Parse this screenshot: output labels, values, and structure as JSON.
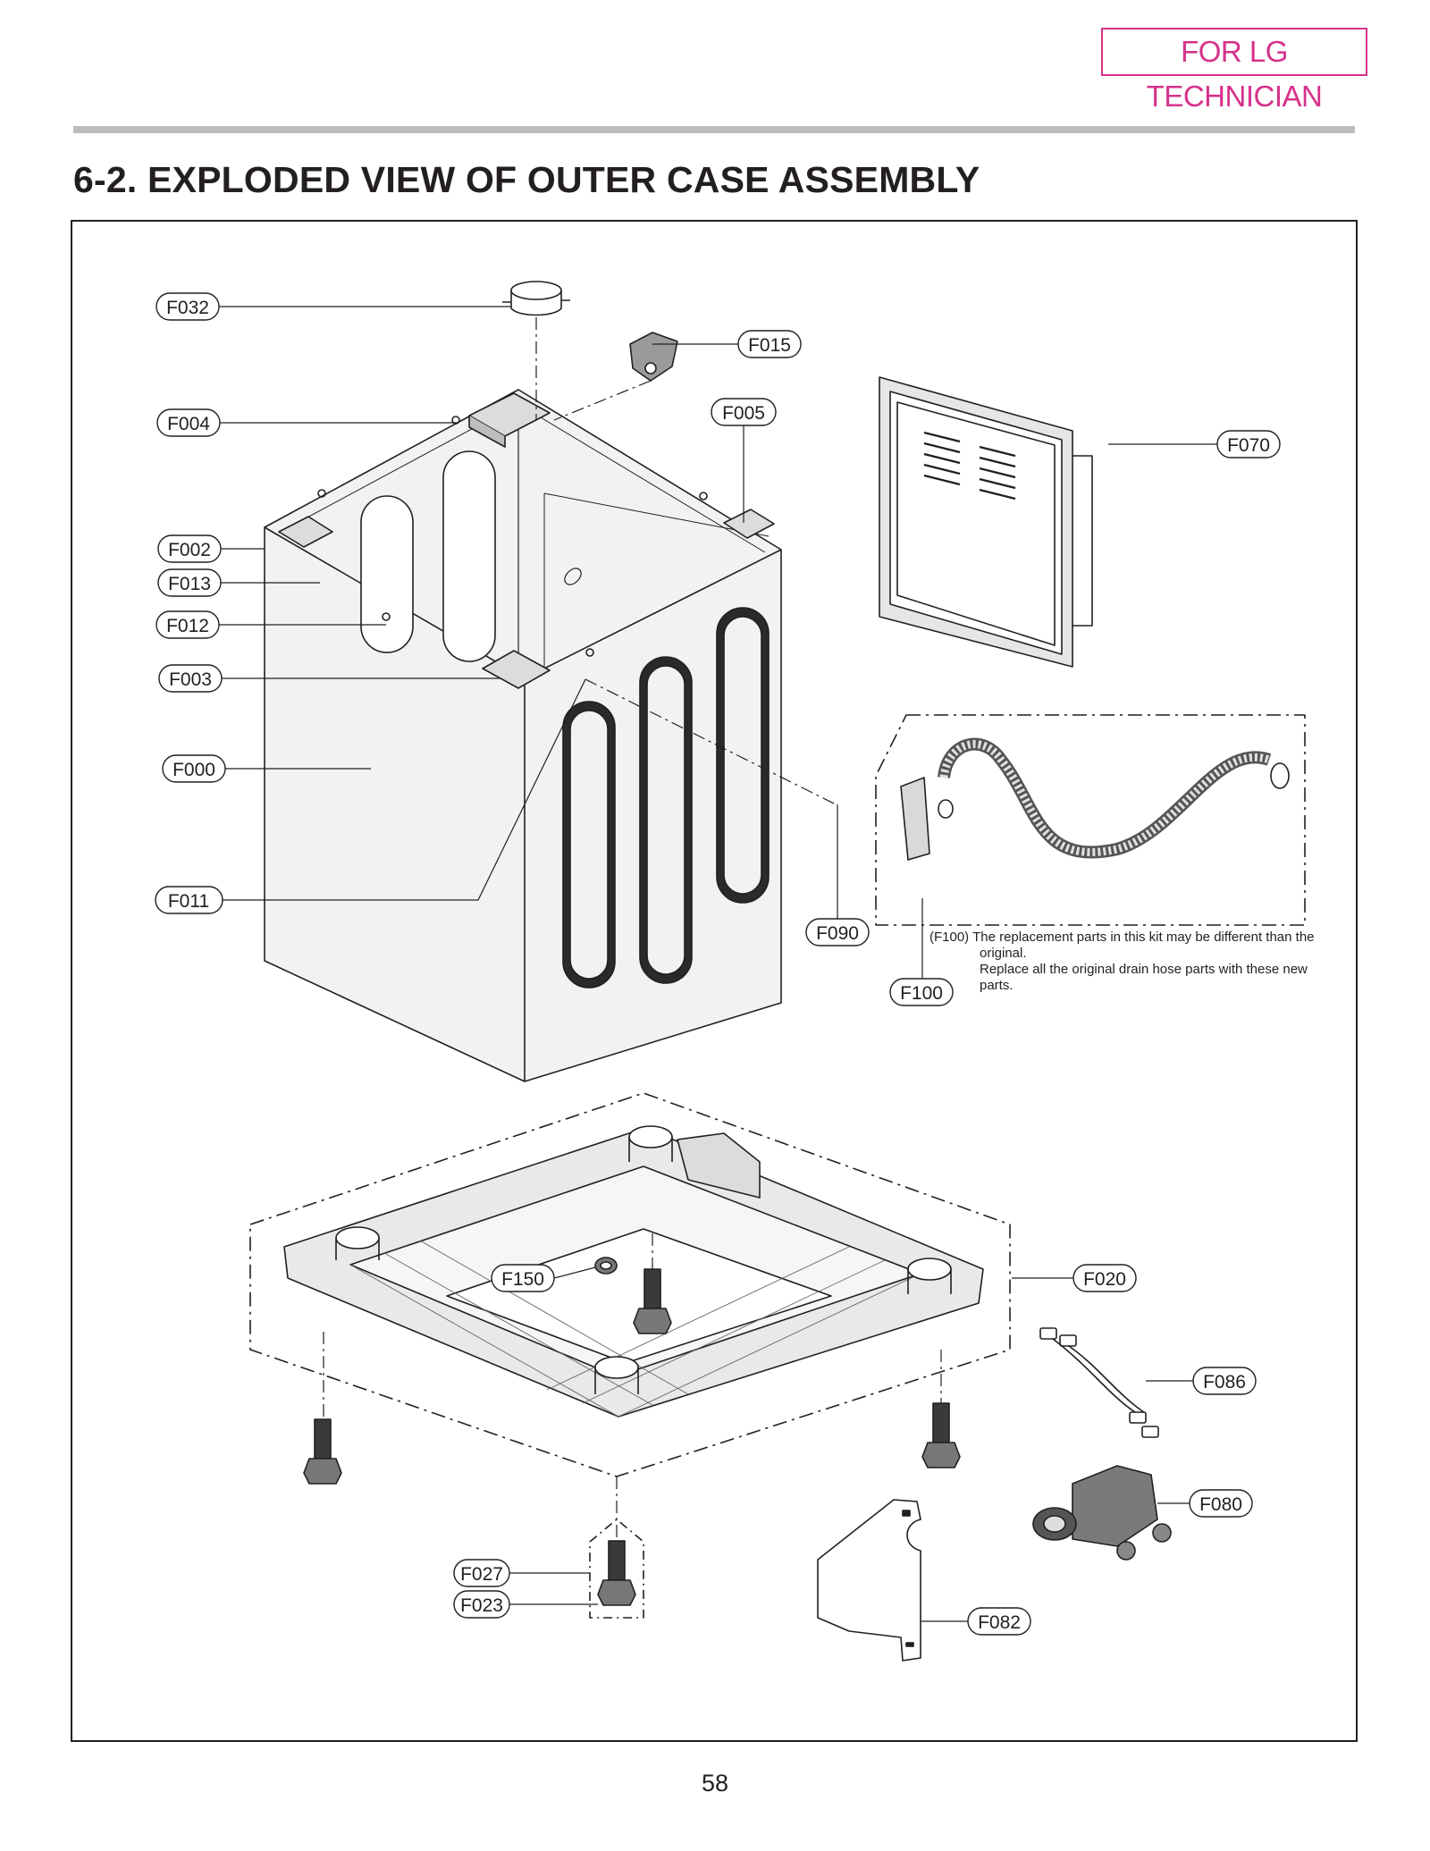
{
  "header": {
    "badge": "FOR LG TECHNICIAN"
  },
  "section": {
    "title": "6-2. EXPLODED VIEW OF OUTER CASE ASSEMBLY"
  },
  "callouts": {
    "F032": "F032",
    "F015": "F015",
    "F004": "F004",
    "F005": "F005",
    "F070": "F070",
    "F002": "F002",
    "F013": "F013",
    "F012": "F012",
    "F003": "F003",
    "F000": "F000",
    "F011": "F011",
    "F090": "F090",
    "F100": "F100",
    "F150": "F150",
    "F020": "F020",
    "F086": "F086",
    "F080": "F080",
    "F027": "F027",
    "F023": "F023",
    "F082": "F082"
  },
  "note": {
    "line1": "(F100) The replacement parts in this kit may be different  than the",
    "line2": "original.",
    "line3": "Replace all the original drain hose parts with these new",
    "line4": "parts."
  },
  "footer": {
    "page_number": "58"
  },
  "colors": {
    "badge": "#d6328a",
    "rule": "#bcbcbc",
    "ink": "#231f20"
  }
}
